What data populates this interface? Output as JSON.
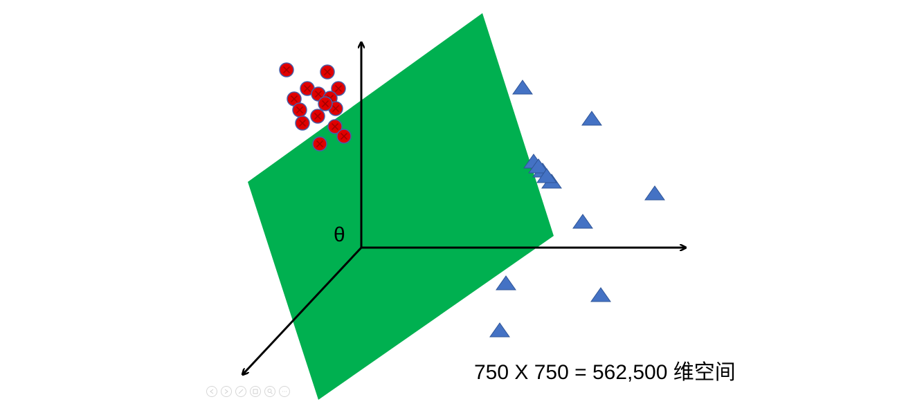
{
  "diagram": {
    "origin_label": "θ",
    "caption": "750 X 750 = 562,500 维空间",
    "colors": {
      "plane": "#00b050",
      "class_a_fill": "#e00000",
      "class_a_stroke": "#4a5ea8",
      "class_b_fill": "#4472c4",
      "class_b_stroke": "#2f5597",
      "axis": "#000000"
    },
    "class_a_shape": "circle-with-x",
    "class_b_shape": "triangle",
    "class_a_count": 15,
    "class_b_count": 12
  },
  "slideshow_controls": [
    {
      "icon": "prev-icon"
    },
    {
      "icon": "next-icon"
    },
    {
      "icon": "pen-icon"
    },
    {
      "icon": "slides-icon"
    },
    {
      "icon": "zoom-icon"
    },
    {
      "icon": "more-icon"
    }
  ]
}
